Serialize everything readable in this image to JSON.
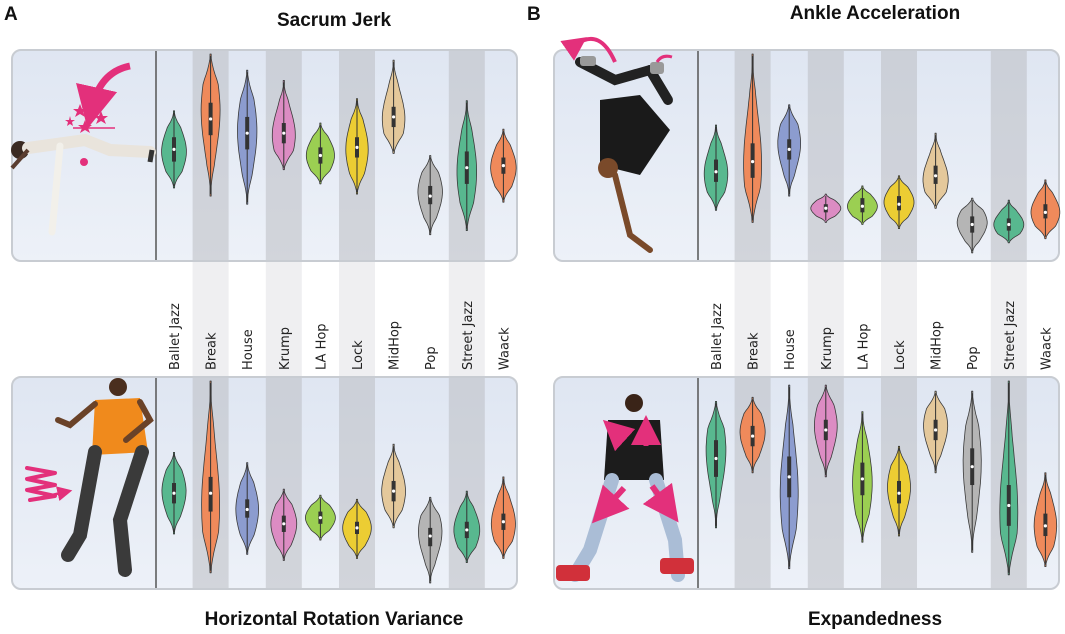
{
  "panel_labels": [
    "A",
    "B"
  ],
  "categories": [
    "Ballet Jazz",
    "Break",
    "House",
    "Krump",
    "LA Hop",
    "Lock",
    "MidHop",
    "Pop",
    "Street Jazz",
    "Waack"
  ],
  "colors": [
    "#58b88f",
    "#ef8a5b",
    "#8c9ccf",
    "#dc8cc3",
    "#9bcf52",
    "#eccd33",
    "#e4c89b",
    "#b5b5b5",
    "#58b88f",
    "#ef8a5b"
  ],
  "icons": [
    "breakdancer-jerk-photo",
    "breakdancer-handstand-photo",
    "dancer-rotation-photo",
    "dancer-expanded-photo",
    "magenta-arrow-icon",
    "star-icon",
    "zigzag-arrow-icon"
  ],
  "chart_data": [
    {
      "type": "violin",
      "title": "Sacrum Jerk",
      "categories": [
        "Ballet Jazz",
        "Break",
        "House",
        "Krump",
        "LA Hop",
        "Lock",
        "MidHop",
        "Pop",
        "Street Jazz",
        "Waack"
      ],
      "ylim": [
        0,
        10
      ],
      "violins": [
        {
          "min": 3.4,
          "max": 7.2,
          "median": 5.3,
          "q1": 4.7,
          "q3": 5.9,
          "mode": 5.2
        },
        {
          "min": 3.0,
          "max": 10.0,
          "median": 6.8,
          "q1": 6.0,
          "q3": 7.6,
          "mode": 7.2
        },
        {
          "min": 2.6,
          "max": 9.2,
          "median": 6.1,
          "q1": 5.3,
          "q3": 6.9,
          "mode": 6.2
        },
        {
          "min": 4.3,
          "max": 8.7,
          "median": 6.1,
          "q1": 5.6,
          "q3": 6.6,
          "mode": 6.0
        },
        {
          "min": 3.6,
          "max": 6.6,
          "median": 5.0,
          "q1": 4.6,
          "q3": 5.4,
          "mode": 5.0
        },
        {
          "min": 3.1,
          "max": 7.8,
          "median": 5.4,
          "q1": 4.9,
          "q3": 5.9,
          "mode": 5.3
        },
        {
          "min": 5.1,
          "max": 9.7,
          "median": 6.9,
          "q1": 6.4,
          "q3": 7.4,
          "mode": 6.8
        },
        {
          "min": 1.1,
          "max": 5.0,
          "median": 3.0,
          "q1": 2.6,
          "q3": 3.5,
          "mode": 3.2
        },
        {
          "min": 1.3,
          "max": 7.7,
          "median": 4.4,
          "q1": 3.6,
          "q3": 5.2,
          "mode": 4.2
        },
        {
          "min": 2.7,
          "max": 6.3,
          "median": 4.5,
          "q1": 4.1,
          "q3": 4.9,
          "mode": 4.4
        }
      ]
    },
    {
      "type": "violin",
      "title": "Ankle Acceleration",
      "categories": [
        "Ballet Jazz",
        "Break",
        "House",
        "Krump",
        "LA Hop",
        "Lock",
        "MidHop",
        "Pop",
        "Street Jazz",
        "Waack"
      ],
      "ylim": [
        0,
        10
      ],
      "violins": [
        {
          "min": 2.3,
          "max": 6.5,
          "median": 4.2,
          "q1": 3.7,
          "q3": 4.8,
          "mode": 4.1
        },
        {
          "min": 1.7,
          "max": 10.0,
          "median": 4.7,
          "q1": 3.9,
          "q3": 5.6,
          "mode": 4.6
        },
        {
          "min": 3.0,
          "max": 7.5,
          "median": 5.3,
          "q1": 4.8,
          "q3": 5.8,
          "mode": 5.6
        },
        {
          "min": 1.7,
          "max": 3.1,
          "median": 2.4,
          "q1": 2.2,
          "q3": 2.6,
          "mode": 2.4
        },
        {
          "min": 1.6,
          "max": 3.5,
          "median": 2.5,
          "q1": 2.2,
          "q3": 2.9,
          "mode": 2.5
        },
        {
          "min": 1.4,
          "max": 4.0,
          "median": 2.6,
          "q1": 2.3,
          "q3": 3.0,
          "mode": 2.7
        },
        {
          "min": 2.4,
          "max": 6.1,
          "median": 4.0,
          "q1": 3.6,
          "q3": 4.5,
          "mode": 3.8
        },
        {
          "min": 0.2,
          "max": 2.9,
          "median": 1.6,
          "q1": 1.2,
          "q3": 2.0,
          "mode": 1.7
        },
        {
          "min": 0.7,
          "max": 2.8,
          "median": 1.6,
          "q1": 1.3,
          "q3": 1.9,
          "mode": 1.6
        },
        {
          "min": 0.9,
          "max": 3.8,
          "median": 2.2,
          "q1": 1.9,
          "q3": 2.6,
          "mode": 2.2
        }
      ]
    },
    {
      "type": "violin",
      "title": "Horizontal Rotation Variance",
      "categories": [
        "Ballet Jazz",
        "Break",
        "House",
        "Krump",
        "LA Hop",
        "Lock",
        "MidHop",
        "Pop",
        "Street Jazz",
        "Waack"
      ],
      "ylim": [
        0,
        10
      ],
      "violins": [
        {
          "min": 2.5,
          "max": 6.5,
          "median": 4.5,
          "q1": 4.0,
          "q3": 5.0,
          "mode": 4.6
        },
        {
          "min": 0.6,
          "max": 10.0,
          "median": 4.5,
          "q1": 3.6,
          "q3": 5.3,
          "mode": 3.9
        },
        {
          "min": 1.5,
          "max": 6.0,
          "median": 3.7,
          "q1": 3.3,
          "q3": 4.2,
          "mode": 3.7
        },
        {
          "min": 1.2,
          "max": 4.7,
          "median": 3.0,
          "q1": 2.6,
          "q3": 3.4,
          "mode": 3.0
        },
        {
          "min": 2.2,
          "max": 4.4,
          "median": 3.3,
          "q1": 3.0,
          "q3": 3.6,
          "mode": 3.3
        },
        {
          "min": 1.3,
          "max": 4.2,
          "median": 2.8,
          "q1": 2.5,
          "q3": 3.1,
          "mode": 2.8
        },
        {
          "min": 2.8,
          "max": 6.9,
          "median": 4.6,
          "q1": 4.1,
          "q3": 5.1,
          "mode": 4.6
        },
        {
          "min": 0.1,
          "max": 4.3,
          "median": 2.4,
          "q1": 1.9,
          "q3": 2.8,
          "mode": 2.6
        },
        {
          "min": 1.1,
          "max": 4.6,
          "median": 2.7,
          "q1": 2.3,
          "q3": 3.1,
          "mode": 2.7
        },
        {
          "min": 1.3,
          "max": 5.3,
          "median": 3.1,
          "q1": 2.7,
          "q3": 3.5,
          "mode": 3.0
        }
      ]
    },
    {
      "type": "violin",
      "title": "Expandedness",
      "categories": [
        "Ballet Jazz",
        "Break",
        "House",
        "Krump",
        "LA Hop",
        "Lock",
        "MidHop",
        "Pop",
        "Street Jazz",
        "Waack"
      ],
      "ylim": [
        0,
        10
      ],
      "violins": [
        {
          "min": 2.8,
          "max": 9.0,
          "median": 6.2,
          "q1": 5.3,
          "q3": 7.1,
          "mode": 6.6
        },
        {
          "min": 5.5,
          "max": 9.2,
          "median": 7.3,
          "q1": 6.8,
          "q3": 7.8,
          "mode": 7.5
        },
        {
          "min": 0.8,
          "max": 9.8,
          "median": 5.3,
          "q1": 4.3,
          "q3": 6.3,
          "mode": 4.5
        },
        {
          "min": 5.3,
          "max": 9.8,
          "median": 7.6,
          "q1": 7.1,
          "q3": 8.1,
          "mode": 7.8
        },
        {
          "min": 2.1,
          "max": 8.5,
          "median": 5.2,
          "q1": 4.4,
          "q3": 6.0,
          "mode": 5.0
        },
        {
          "min": 2.4,
          "max": 6.8,
          "median": 4.5,
          "q1": 4.0,
          "q3": 5.1,
          "mode": 4.8
        },
        {
          "min": 5.5,
          "max": 9.5,
          "median": 7.6,
          "q1": 7.1,
          "q3": 8.1,
          "mode": 7.8
        },
        {
          "min": 1.6,
          "max": 9.5,
          "median": 5.8,
          "q1": 4.9,
          "q3": 6.7,
          "mode": 6.0
        },
        {
          "min": 0.5,
          "max": 10.0,
          "median": 3.9,
          "q1": 2.9,
          "q3": 4.9,
          "mode": 3.6
        },
        {
          "min": 0.9,
          "max": 5.5,
          "median": 2.9,
          "q1": 2.4,
          "q3": 3.5,
          "mode": 2.9
        }
      ]
    }
  ]
}
